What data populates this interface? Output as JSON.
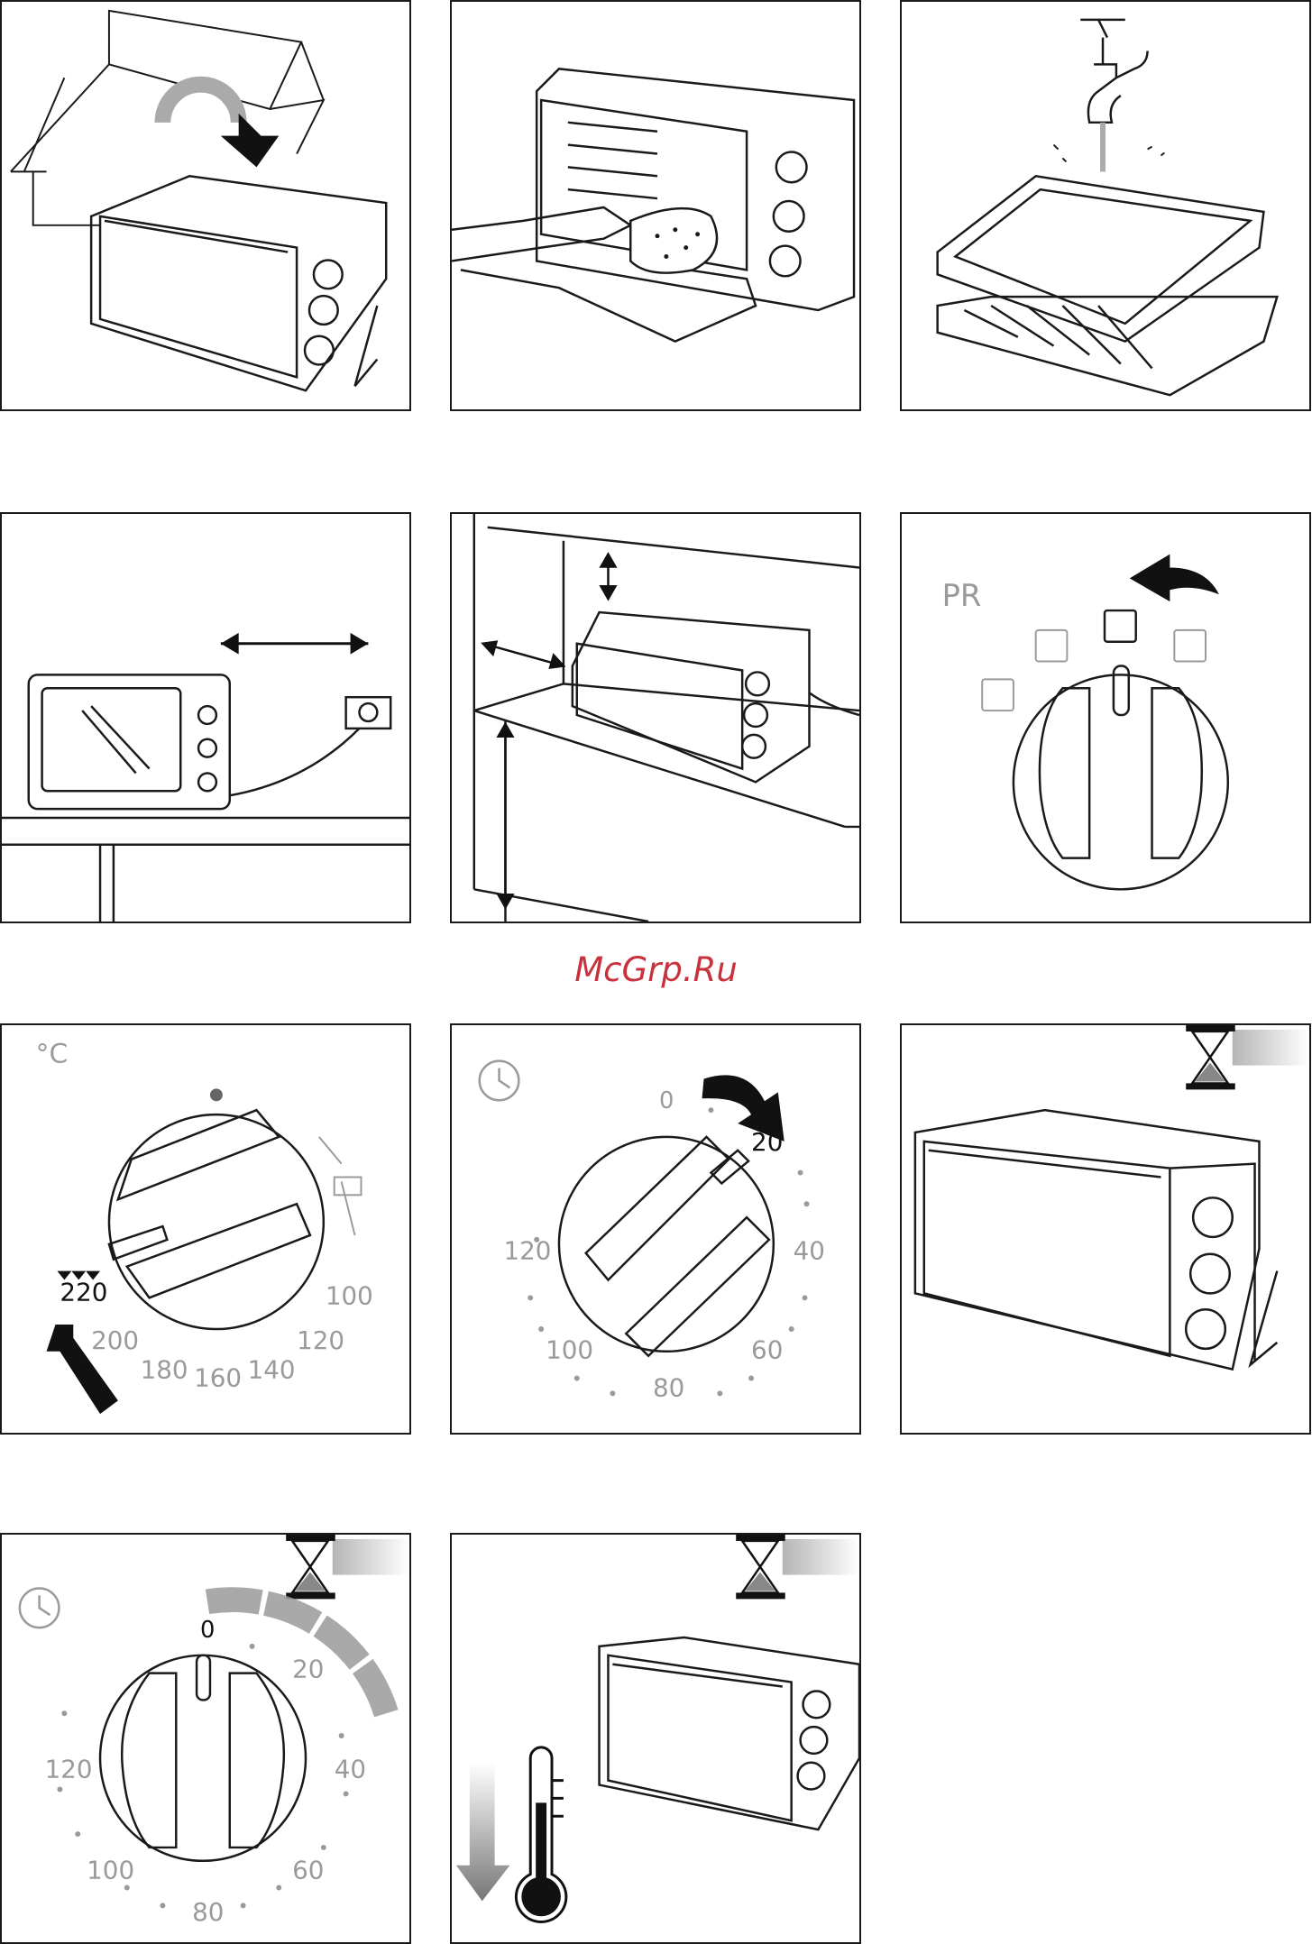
{
  "watermark": "McGrp.Ru",
  "panel_function": {
    "label": "PR"
  },
  "panel_temperature": {
    "unit": "°C",
    "selected": "220",
    "scale": [
      "100",
      "120",
      "140",
      "160",
      "180",
      "200"
    ]
  },
  "panel_timer_set": {
    "zero": "0",
    "selected": "20",
    "scale": [
      "40",
      "60",
      "80",
      "100",
      "120"
    ]
  },
  "panel_timer_countdown": {
    "zero": "0",
    "scale": [
      "20",
      "40",
      "60",
      "80",
      "100",
      "120"
    ]
  },
  "colors": {
    "line": "#1a1a1a",
    "muted": "#9a9a9a",
    "watermark": "#c8323c"
  }
}
